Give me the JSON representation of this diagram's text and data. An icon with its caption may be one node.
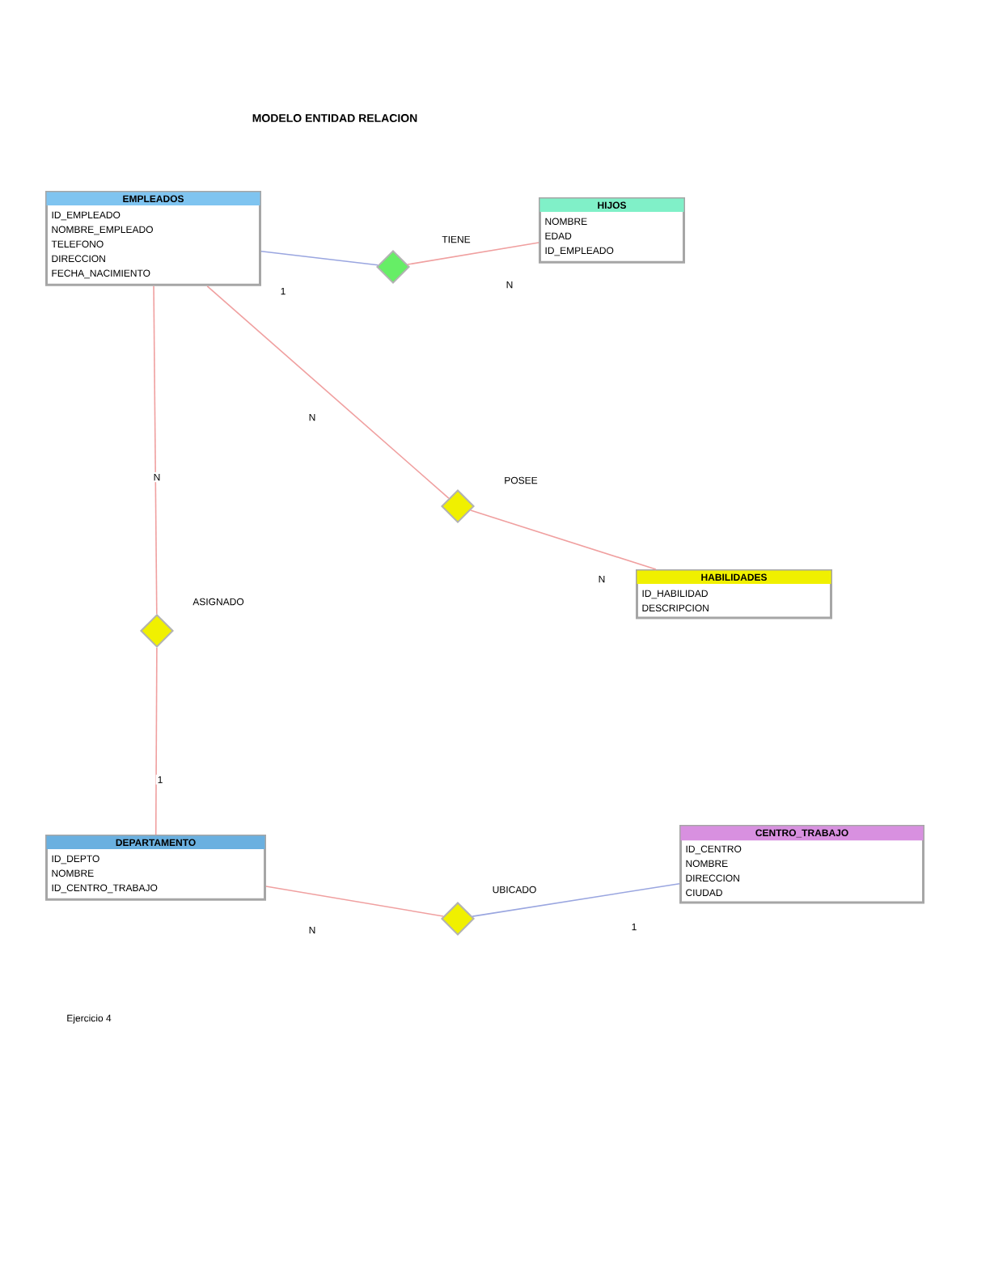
{
  "diagram": {
    "title": "MODELO ENTIDAD RELACION",
    "nodes": [
      {
        "text": [
          "EMPLEADOS",
          "ID_EMPLEADO",
          "NOMBRE_EMPLEADO",
          "TELEFONO",
          "DIRECCION",
          "FECHA_NACIMIENTO"
        ]
      },
      {
        "text": [
          "HIJOS",
          "NOMBRE",
          "EDAD",
          "ID_EMPLEADO"
        ]
      },
      {
        "text": [
          "HABILIDADES",
          "ID_HABILIDAD",
          "DESCRIPCION"
        ]
      },
      {
        "text": [
          "DEPARTAMENTO",
          "ID_DEPTO",
          "NOMBRE",
          "ID_CENTRO_TRABAJO"
        ]
      },
      {
        "text": [
          "CENTRO_TRABAJO",
          "ID_CENTRO",
          "NOMBRE",
          "DIRECCION",
          "CIUDAD"
        ]
      },
      {
        "text": [],
        "shape": "diamond",
        "beside": [
          "TIENE"
        ]
      },
      {
        "text": [],
        "shape": "diamond",
        "beside": [
          "POSEE"
        ]
      },
      {
        "text": [],
        "shape": "diamond",
        "beside": [
          "ASIGNADO"
        ]
      },
      {
        "text": [],
        "shape": "diamond",
        "beside": [
          "UBICADO"
        ]
      }
    ],
    "edges": [
      {
        "from": 0,
        "to": 5,
        "arrow": "none",
        "label": "1",
        "color": "#9aa6e0"
      },
      {
        "from": 5,
        "to": 1,
        "arrow": "none",
        "label": "N"
      },
      {
        "from": 0,
        "to": 6,
        "arrow": "none",
        "label": "N"
      },
      {
        "from": 6,
        "to": 2,
        "arrow": "none",
        "label": "N"
      },
      {
        "from": 0,
        "to": 7,
        "arrow": "none",
        "label": "N"
      },
      {
        "from": 7,
        "to": 3,
        "arrow": "none",
        "label": "1"
      },
      {
        "from": 3,
        "to": 8,
        "arrow": "none",
        "label": "N"
      },
      {
        "from": 8,
        "to": 4,
        "arrow": "none",
        "label": "1",
        "color": "#9aa6e0"
      }
    ],
    "labels": [
      "Ejercicio 4"
    ]
  }
}
